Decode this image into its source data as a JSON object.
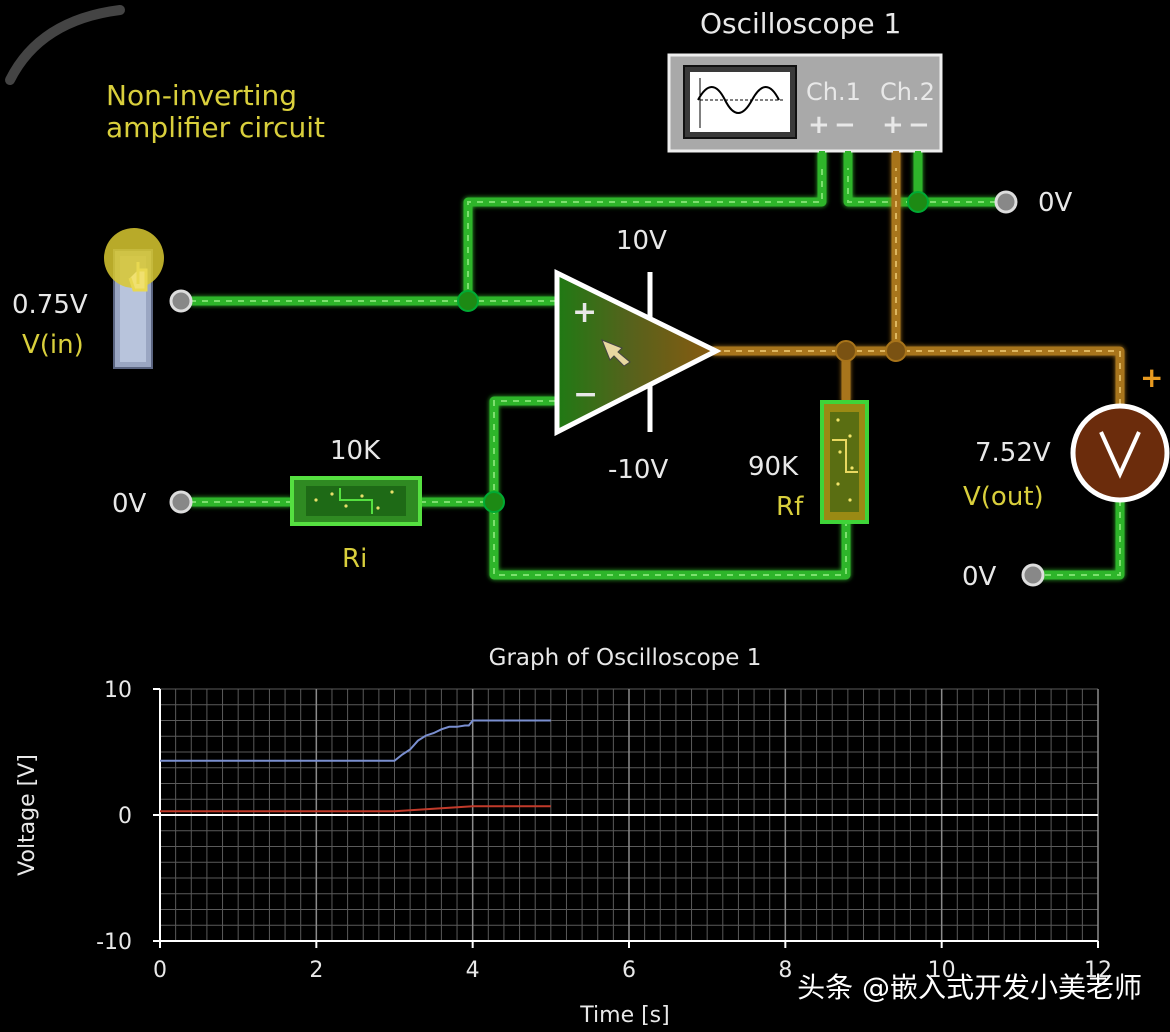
{
  "title": {
    "line1": "Non-inverting",
    "line2": "amplifier circuit"
  },
  "oscilloscope": {
    "name": "Oscilloscope 1",
    "ch1": "Ch.1",
    "ch2": "Ch.2",
    "plus": "+",
    "minus": "−"
  },
  "terminals": {
    "top_right": "0V",
    "left_ri": "0V",
    "bottom_right": "0V"
  },
  "opamp": {
    "vpos": "10V",
    "vneg": "-10V",
    "plus": "+",
    "minus": "−"
  },
  "input_source": {
    "value": "0.75V",
    "label": "V(in)"
  },
  "ri": {
    "value": "10K",
    "label": "Ri"
  },
  "rf": {
    "value": "90K",
    "label": "Rf"
  },
  "voltmeter": {
    "value": "7.52V",
    "label": "V(out)",
    "plus": "+"
  },
  "colors": {
    "wire_green": "#2fb52a",
    "wire_orange": "#a8741a",
    "meter_brown": "#6b2c0c",
    "ch1_trace": "#7a8fd0",
    "ch2_trace": "#c23a2a"
  },
  "chart_data": {
    "type": "line",
    "title": "Graph of Oscilloscope 1",
    "xlabel": "Time [s]",
    "ylabel": "Voltage [V]",
    "xlim": [
      0,
      12
    ],
    "ylim": [
      -10,
      10
    ],
    "xticks": [
      "0",
      "2",
      "4",
      "6",
      "8",
      "10",
      "12"
    ],
    "yticks": [
      "10",
      "0",
      "-10"
    ],
    "grid": true,
    "series": [
      {
        "color": "#7a8fd0",
        "x": [
          0,
          3.0,
          3.1,
          3.2,
          3.3,
          3.4,
          3.5,
          3.6,
          3.7,
          3.8,
          3.9,
          3.95,
          4.0,
          4.5,
          5.0
        ],
        "y": [
          4.3,
          4.3,
          4.8,
          5.2,
          5.9,
          6.3,
          6.5,
          6.8,
          7.0,
          7.0,
          7.1,
          7.1,
          7.5,
          7.5,
          7.5
        ]
      },
      {
        "color": "#c23a2a",
        "x": [
          0,
          3.0,
          3.5,
          4.0,
          5.0
        ],
        "y": [
          0.3,
          0.3,
          0.5,
          0.7,
          0.7
        ]
      }
    ]
  },
  "watermark": "头条 @嵌入式开发小美老师"
}
